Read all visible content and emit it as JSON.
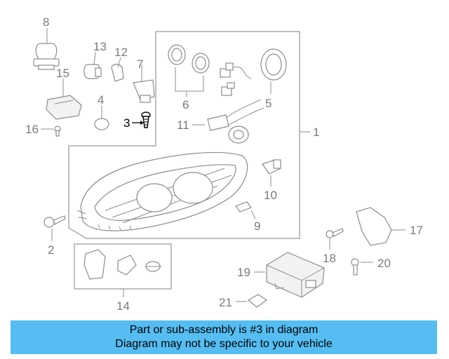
{
  "callouts": {
    "c1": "1",
    "c2": "2",
    "c3": "3",
    "c4": "4",
    "c5": "5",
    "c6": "6",
    "c7": "7",
    "c8": "8",
    "c9": "9",
    "c10": "10",
    "c11": "11",
    "c12": "12",
    "c13": "13",
    "c14": "14",
    "c15": "15",
    "c16": "16",
    "c17": "17",
    "c18": "18",
    "c19": "19",
    "c20": "20",
    "c21": "21"
  },
  "highlighted_part": "3",
  "banner": {
    "line1": "Part or sub-assembly is #3 in diagram",
    "line2": "Diagram may not be specific to your vehicle"
  },
  "colors": {
    "banner_bg": "#55bdf2",
    "callout_gray": "#7a7a7a",
    "highlight": "#000000"
  }
}
